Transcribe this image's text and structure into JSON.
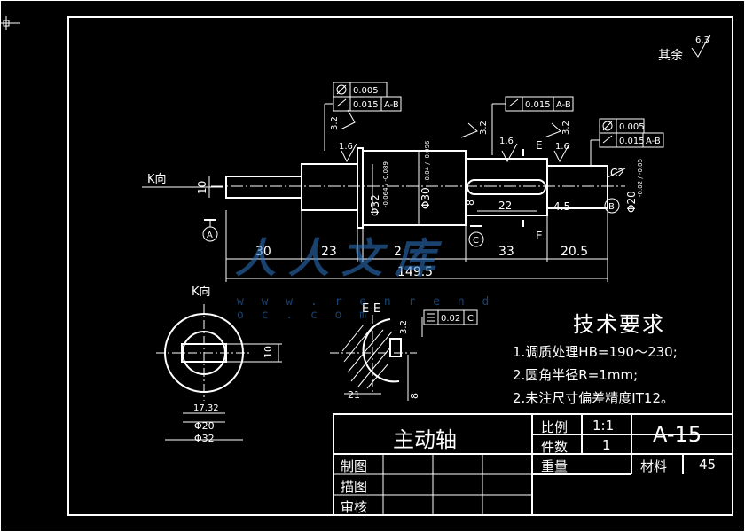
{
  "drawing": {
    "surface_finish": {
      "label": "其余",
      "value": "6.3"
    },
    "views": {
      "k_view_arrow": "K向",
      "k_view_title": "K向",
      "section_title": "E-E",
      "section_marker": "E",
      "datum_a": "A",
      "datum_b": "B",
      "datum_c": "C"
    },
    "gdt": {
      "left_circ": "0.005",
      "left_runout": "0.015",
      "left_ref": "A-B",
      "mid_runout": "0.015",
      "mid_ref": "A-B",
      "right_circ": "0.005",
      "right_runout": "0.015",
      "right_ref": "A-B",
      "sect_sym": "0.02",
      "sect_ref": "C"
    },
    "roughness": {
      "r32": "3.2",
      "r16": "1.6"
    },
    "dims": {
      "d10_left": "10",
      "d32": "Φ32",
      "d32_tol": "-0.064 / -0.089",
      "d30": "Φ30",
      "d30_tol": "-0.04 / -0.096",
      "d_key_slot_depth": "8",
      "d22": "22",
      "d45": "4.5",
      "chamfer": "C2",
      "d20": "Φ20",
      "d20_tol": "-0.02 / -0.05",
      "l30": "30",
      "l23": "23",
      "l2": "2",
      "l33": "33",
      "l205": "20.5",
      "l1495": "149.5",
      "k_width": "10",
      "k_1732": "17.32",
      "k_d20": "Φ20",
      "k_d32": "Φ32",
      "s_21": "21",
      "s_8": "8"
    }
  },
  "watermark": {
    "text": "人人文库",
    "url": "w w w . r e n r e n d o c . c o m"
  },
  "tech_requirements": {
    "title": "技术要求",
    "items": [
      "1.调质处理HB=190～230;",
      "2.圆角半径R=1mm;",
      "2.未注尺寸偏差精度IT12。"
    ]
  },
  "title_block": {
    "part_name": "主动轴",
    "scale_label": "比例",
    "scale_value": "1:1",
    "qty_label": "件数",
    "qty_value": "1",
    "weight_label": "重量",
    "drawing_no": "A-15",
    "material_label": "材料",
    "material_value": "45",
    "drawn_label": "制图",
    "traced_label": "描图",
    "checked_label": "审核"
  }
}
